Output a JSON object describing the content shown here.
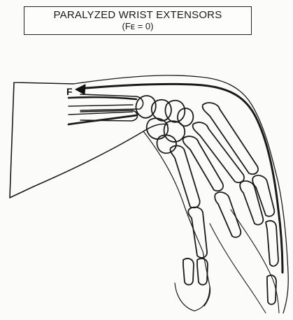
{
  "title": {
    "line1": "PARALYZED WRIST EXTENSORS",
    "line2": "(Fᴇ = 0)"
  },
  "force_label": "F",
  "colors": {
    "ink": "#1a1a1a",
    "paper": "#fbfbf9"
  }
}
